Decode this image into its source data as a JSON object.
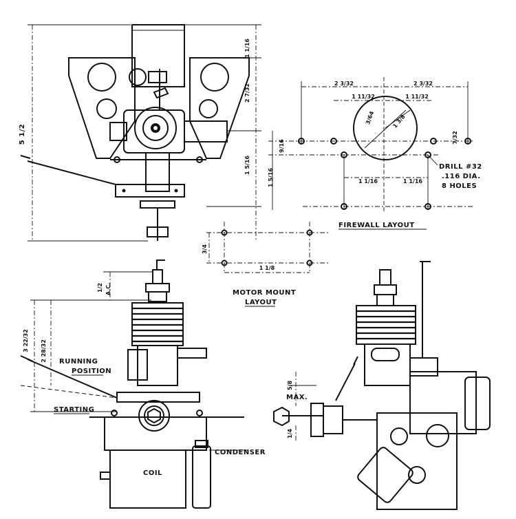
{
  "labels": {
    "firewall_layout": "FIREWALL    LAYOUT",
    "motor_mount_line1": "MOTOR MOUNT",
    "motor_mount_line2": "LAYOUT",
    "drill_line1": "DRILL #32",
    "drill_line2": ".116 DIA.",
    "drill_line3": "8 HOLES",
    "running_line1": "RUNNING",
    "running_line2": "POSITION",
    "starting": "STARTING",
    "condenser": "CONDENSER",
    "coil": "COIL",
    "max": "MAX."
  },
  "dimensions": {
    "overall_height": "5 1/2",
    "top_offset": "1 1/16",
    "upper_span": "2 7/32",
    "mount_span": "1 5/16",
    "lower_span": "1 5/16",
    "fw_half_left": "2 3/32",
    "fw_half_right": "2 3/32",
    "fw_inner_left": "1 11/32",
    "fw_inner_right": "1 11/32",
    "fw_circle_a": "3/64",
    "fw_circle_b": "1 3/8",
    "fw_left_offset": "9/16",
    "fw_right_offset": "7/32",
    "fw_hole_left": "1 1/16",
    "fw_hole_right": "1 1/16",
    "mm_height": "3/4",
    "mm_width": "1 1/8",
    "plug_height": "1/2",
    "plug_note": "A.C.",
    "side_total": "3 22/32",
    "side_body": "2 28/32",
    "prop_max": "5/8",
    "shaft_offset": "1/4"
  }
}
